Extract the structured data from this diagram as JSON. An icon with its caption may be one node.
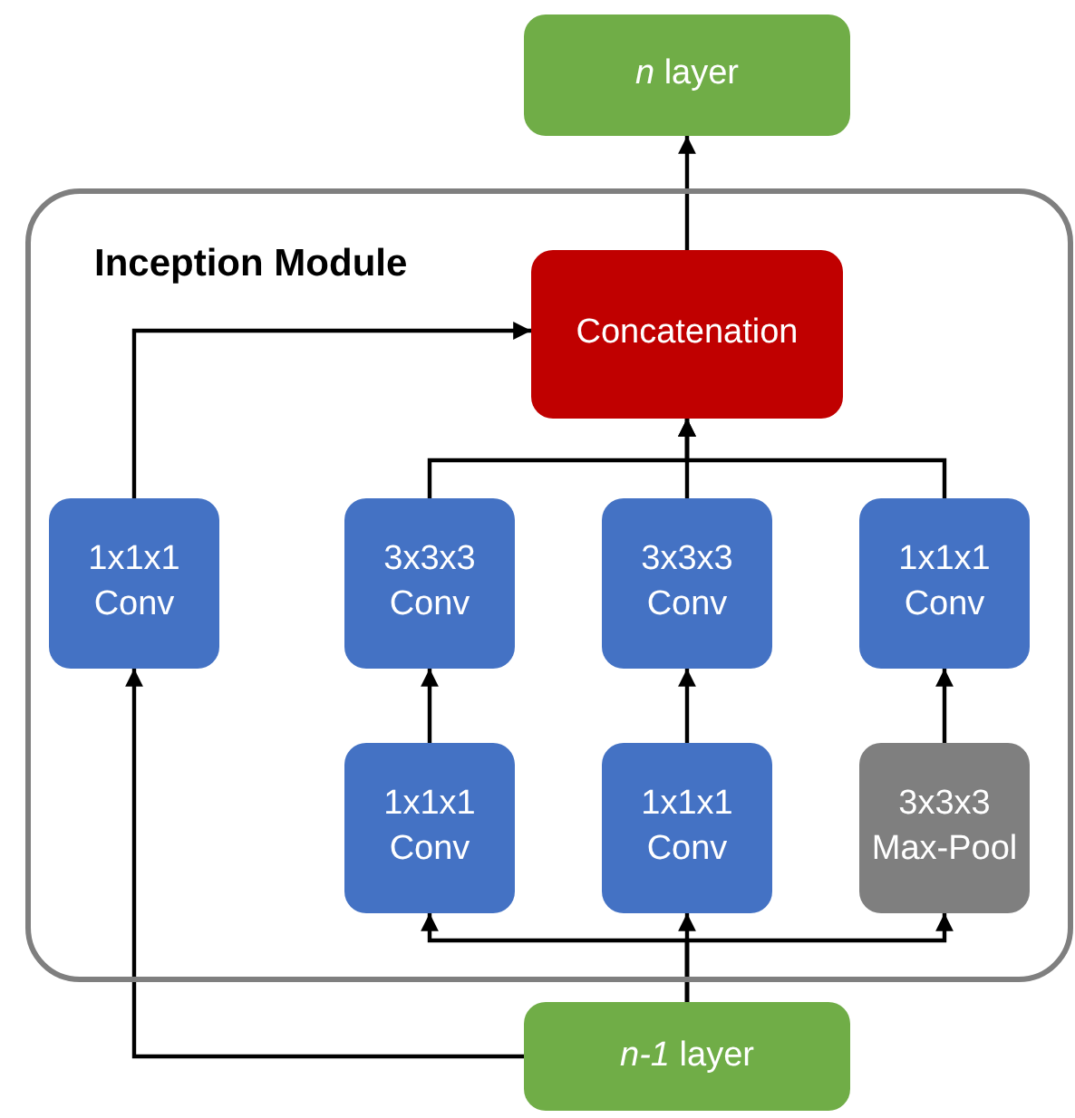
{
  "diagram": {
    "nodes": [
      {
        "text": [
          "*n* layer"
        ]
      },
      {
        "text": [
          "Inception Module"
        ]
      },
      {
        "text": [
          "Concatenation"
        ],
        "in": 1
      },
      {
        "text": [
          "1x1x1 Conv"
        ],
        "in": 1
      },
      {
        "text": [
          "3x3x3 Conv"
        ],
        "in": 1
      },
      {
        "text": [
          "3x3x3 Conv"
        ],
        "in": 1
      },
      {
        "text": [
          "1x1x1 Conv"
        ],
        "in": 1
      },
      {
        "text": [
          "1x1x1 Conv"
        ],
        "in": 1
      },
      {
        "text": [
          "1x1x1 Conv"
        ],
        "in": 1
      },
      {
        "text": [
          "3x3x3 Max-Pool"
        ],
        "in": 1
      },
      {
        "text": [
          "*n-1* layer"
        ]
      }
    ],
    "edges": [
      {
        "from": 10,
        "to": 3,
        "arrow": "to"
      },
      {
        "from": 10,
        "to": 7,
        "arrow": "to"
      },
      {
        "from": 10,
        "to": 8,
        "arrow": "to"
      },
      {
        "from": 10,
        "to": 9,
        "arrow": "to"
      },
      {
        "from": 7,
        "to": 4,
        "arrow": "to"
      },
      {
        "from": 8,
        "to": 5,
        "arrow": "to"
      },
      {
        "from": 9,
        "to": 6,
        "arrow": "to"
      },
      {
        "from": 3,
        "to": 2,
        "arrow": "to"
      },
      {
        "from": 4,
        "to": 2,
        "arrow": "to"
      },
      {
        "from": 5,
        "to": 2,
        "arrow": "to"
      },
      {
        "from": 6,
        "to": 2,
        "arrow": "to"
      },
      {
        "from": 2,
        "to": 0,
        "arrow": "to"
      }
    ]
  }
}
